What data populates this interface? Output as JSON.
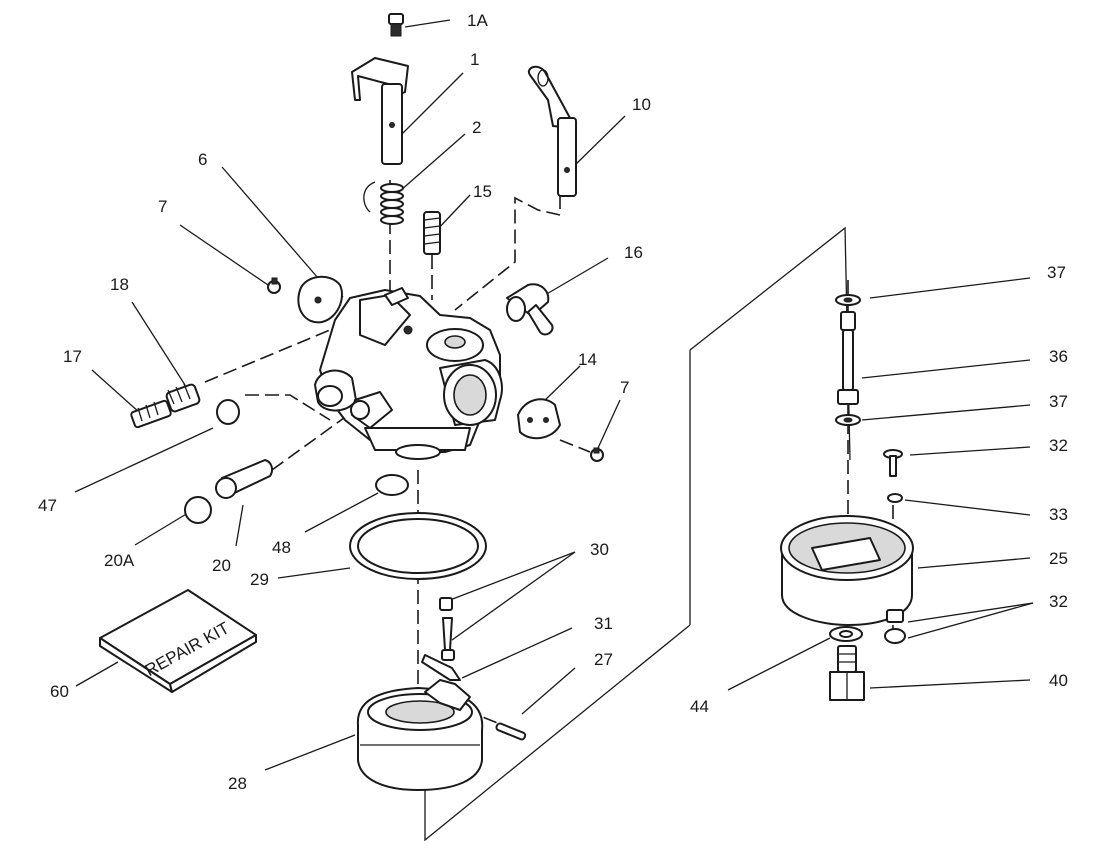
{
  "diagram": {
    "callouts": {
      "c1A": "1A",
      "c1": "1",
      "c2": "2",
      "c10": "10",
      "c6": "6",
      "c15": "15",
      "c7a": "7",
      "c16": "16",
      "c18": "18",
      "c17": "17",
      "c14": "14",
      "c7b": "7",
      "c47": "47",
      "c48": "48",
      "c20A": "20A",
      "c20": "20",
      "c29": "29",
      "c30": "30",
      "c31": "31",
      "c27": "27",
      "c60": "60",
      "c28": "28",
      "c37a": "37",
      "c36": "36",
      "c37b": "37",
      "c32a": "32",
      "c33": "33",
      "c25": "25",
      "c32b": "32",
      "c40": "40",
      "c44": "44"
    },
    "repair_kit_label": "REPAIR KIT"
  }
}
